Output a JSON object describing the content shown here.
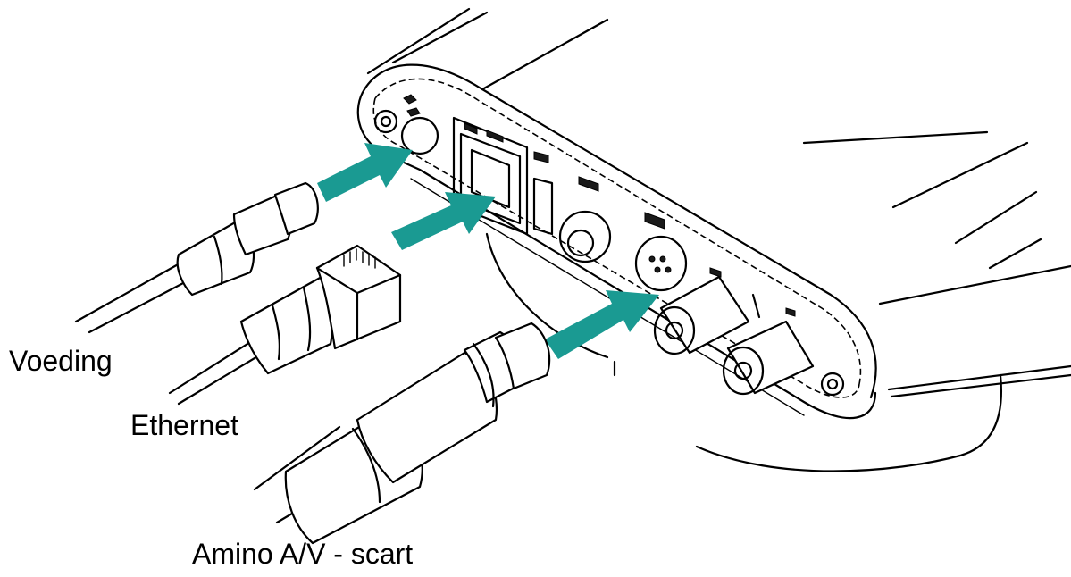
{
  "labels": {
    "power": "Voeding",
    "ethernet": "Ethernet",
    "scart": "Amino A/V - scart"
  },
  "colors": {
    "arrow": "#1a9a92",
    "line": "#000000",
    "background": "#ffffff"
  },
  "icons": [
    "arrow-icon",
    "power-plug-icon",
    "ethernet-plug-icon",
    "scart-av-plug-icon"
  ]
}
